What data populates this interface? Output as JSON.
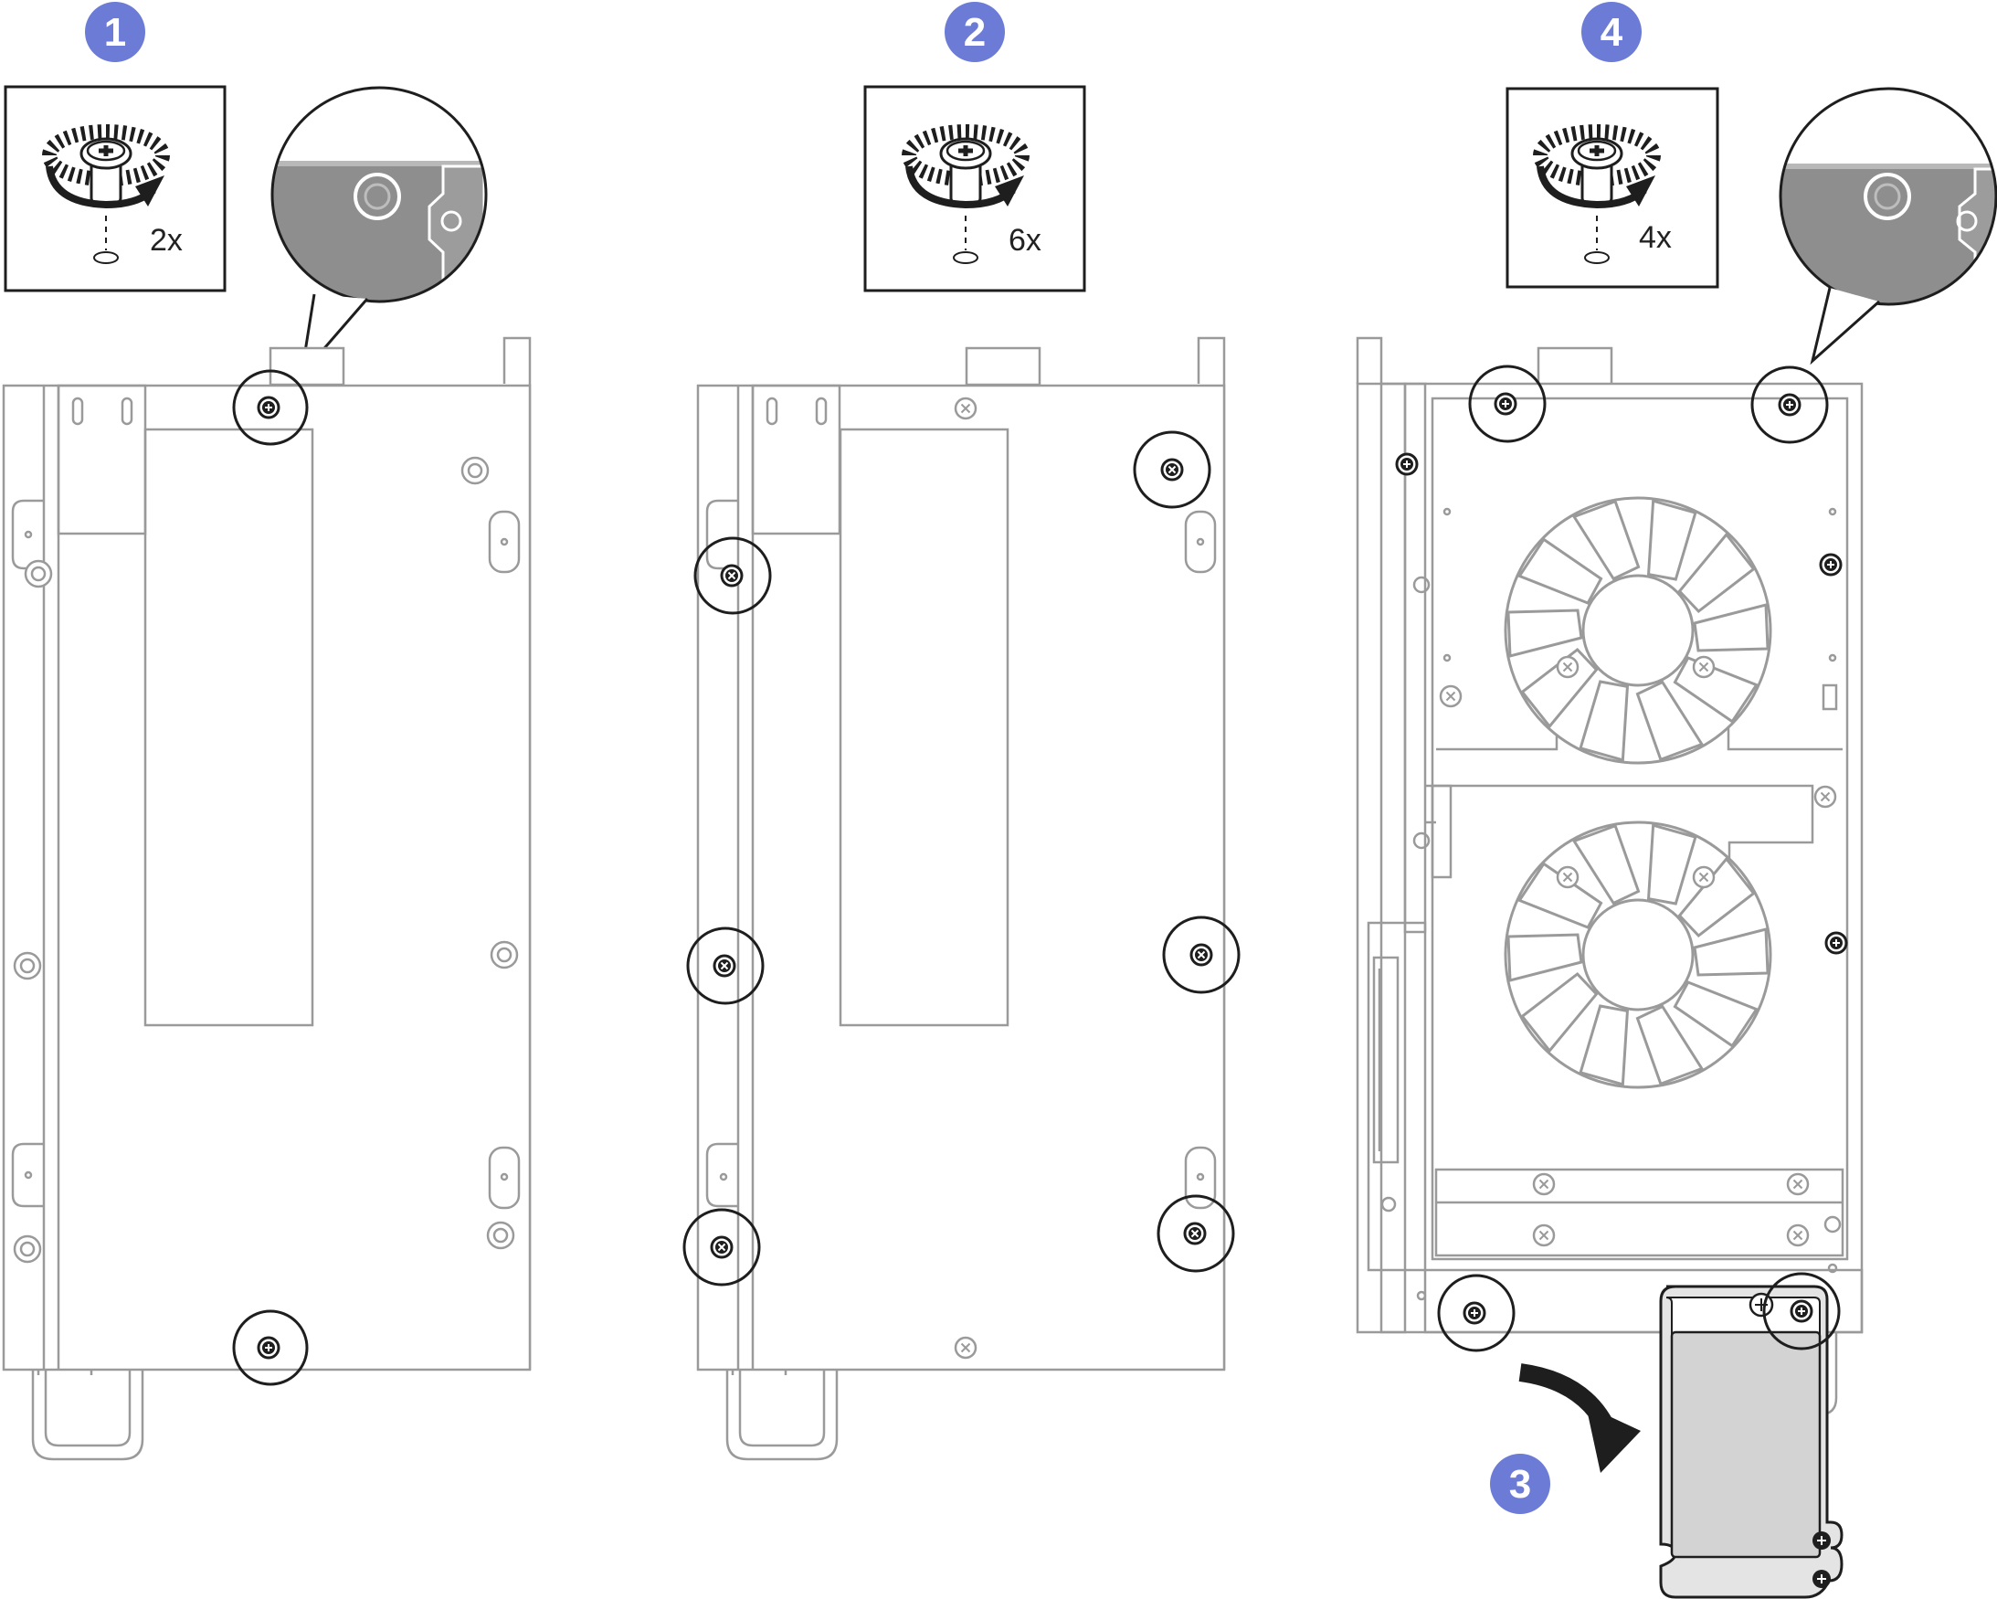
{
  "steps": [
    {
      "label": "1",
      "count": "2x"
    },
    {
      "label": "2",
      "count": "6x"
    },
    {
      "label": "3"
    },
    {
      "label": "4",
      "count": "4x"
    }
  ],
  "colors": {
    "badge": "#6b7bd6",
    "line": "#9a9a9a",
    "dark": "#1e1e1e",
    "cover_fill": "#d9d9d9",
    "callout_fill": "#8e8e8e",
    "arrow": "#1e1e1e"
  },
  "icons": [
    "screw-loosen-icon",
    "rotate-arrow-icon",
    "screw-head-icon",
    "magnifier-callout",
    "curved-arrow-icon"
  ]
}
